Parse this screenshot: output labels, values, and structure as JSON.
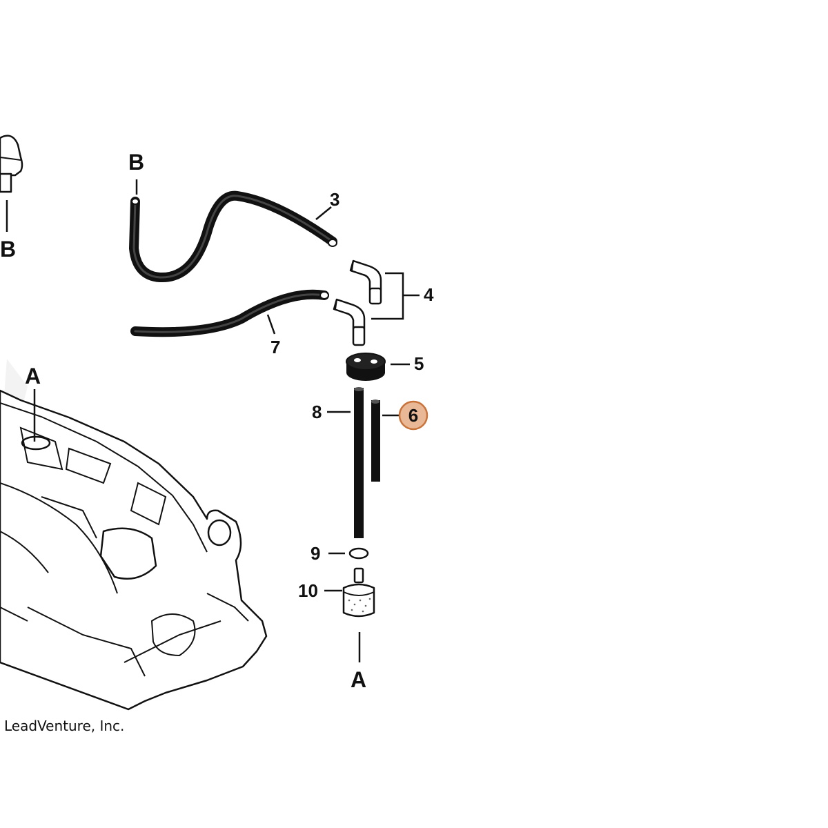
{
  "diagram": {
    "references": {
      "a_top": "A",
      "a_bottom": "A",
      "b_left": "B",
      "b_hose": "B"
    },
    "callouts": {
      "c3": "3",
      "c4": "4",
      "c5": "5",
      "c6": "6",
      "c7": "7",
      "c8": "8",
      "c9": "9",
      "c10": "10"
    },
    "highlighted_callout": "6",
    "highlight_color": "#e9b896",
    "highlight_border": "#c8733a",
    "copyright": "LeadVenture, Inc."
  }
}
